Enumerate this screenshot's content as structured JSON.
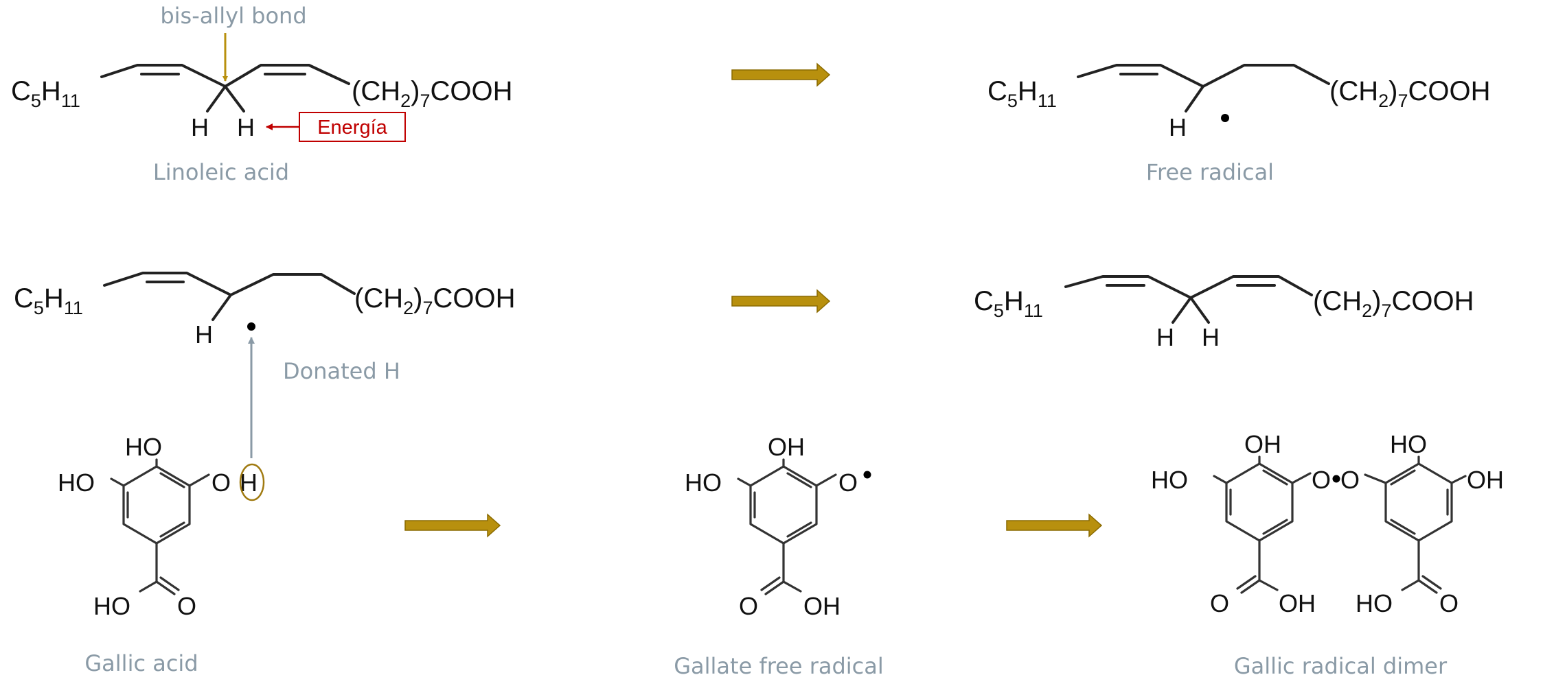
{
  "colors": {
    "arrow": "#b8900e",
    "caption": "#8a9aa6",
    "energy": "#c00000",
    "ink": "#111111"
  },
  "captions": {
    "bis_allyl": "bis-allyl bond",
    "linoleic": "Linoleic acid",
    "free_radical": "Free radical",
    "donated_h": "Donated H",
    "gallic": "Gallic acid",
    "gallate_radical": "Gallate free radical",
    "dimer": "Gallic radical dimer"
  },
  "energy_label": "Energía",
  "formula": {
    "c": "C",
    "five": "5",
    "h": "H",
    "eleven": "11",
    "ch2_open": "(CH",
    "two": "2",
    "close": ")",
    "seven": "7",
    "cooh": "COOH"
  },
  "atoms": {
    "h": "H",
    "ho": "HO",
    "oh": "OH",
    "o": "O"
  },
  "icons": {
    "reaction_arrow": "arrow-right-icon",
    "radical_dot": "radical-dot-icon"
  }
}
